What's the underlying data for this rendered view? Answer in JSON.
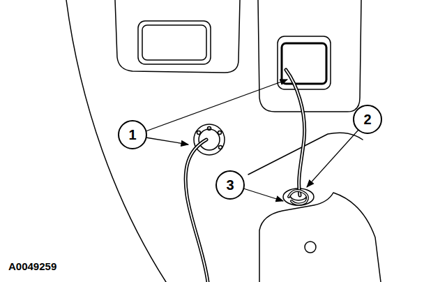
{
  "diagram": {
    "labels": [
      "1",
      "2",
      "3",
      "A0049259"
    ]
  }
}
